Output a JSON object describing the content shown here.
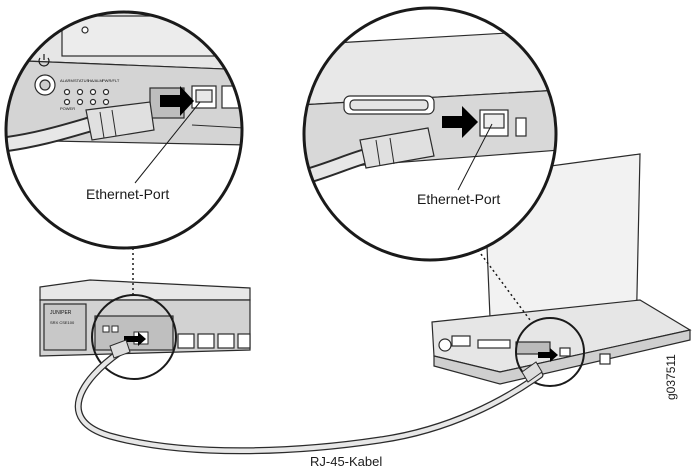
{
  "labels": {
    "left_port": "Ethernet-Port",
    "right_port": "Ethernet-Port",
    "cable": "RJ-45-Kabel",
    "figure_id": "g037511"
  },
  "device_labels": {
    "brand": "JUNIPER",
    "model": "SRX CSE100",
    "led_labels": [
      "ALARM",
      "STATUS",
      "HA/ALM",
      "PWR/FLT",
      "POWER"
    ]
  },
  "colors": {
    "line": "#1a1a1a",
    "outline": "#2b2b2b",
    "cable_fill": "#e7e7e7",
    "device_fill": "#d9d9d9",
    "arrow": "#000000"
  },
  "icons": [
    "power-icon",
    "arrow-right-icon"
  ]
}
